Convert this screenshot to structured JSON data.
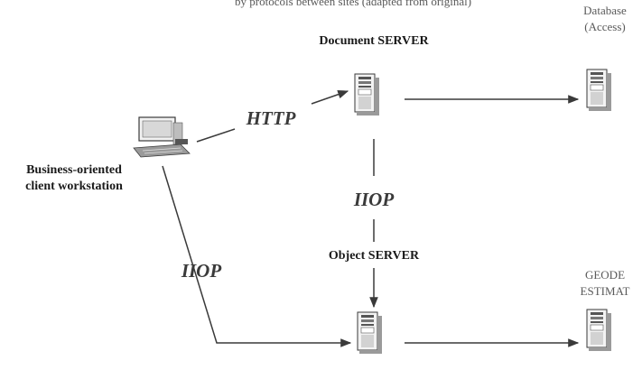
{
  "diagram": {
    "caption_fragment": "by protocols between sites (adapted from original)",
    "client": {
      "label_line1": "Business-oriented",
      "label_line2": "client workstation"
    },
    "document_server": {
      "label": "Document SERVER"
    },
    "object_server": {
      "label": "Object SERVER"
    },
    "database": {
      "label_line1": "Database",
      "label_line2": "(Access)"
    },
    "geode": {
      "label_line1": "GEODE",
      "label_line2": "ESTIMAT"
    },
    "protocols": {
      "client_to_document": "HTTP",
      "document_to_object": "IIOP",
      "client_to_object": "IIOP"
    },
    "colors": {
      "line": "#3a3a3a",
      "text": "#1a1a1a",
      "server_body": "#f2f2f2",
      "server_shadow": "#9a9a9a"
    }
  }
}
